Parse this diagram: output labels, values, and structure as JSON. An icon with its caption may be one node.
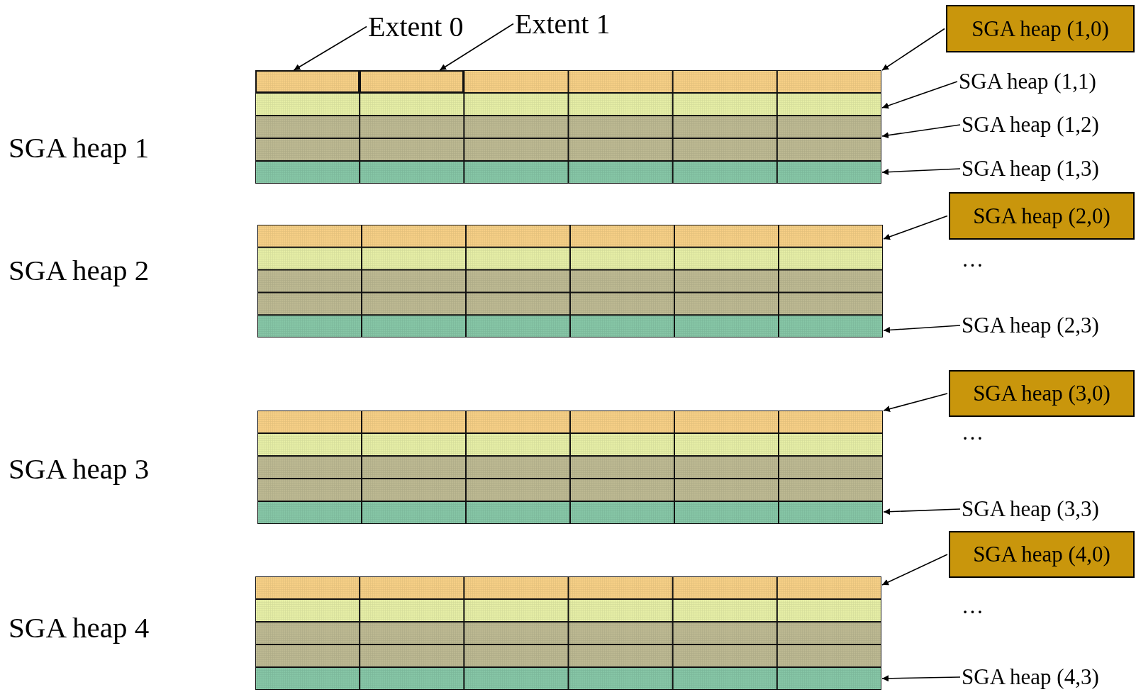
{
  "diagram": {
    "nodes": [
      {
        "text": [
          "Extent 0"
        ]
      },
      {
        "text": [
          "Extent 1"
        ]
      },
      {
        "text": [
          "SGA heap (1,0)"
        ]
      },
      {
        "text": [
          "SGA heap (1,1)"
        ]
      },
      {
        "text": [
          "SGA heap (1,2)"
        ]
      },
      {
        "text": [
          "SGA heap (1,3)"
        ]
      },
      {
        "text": [
          "SGA heap (2,0)"
        ]
      },
      {
        "text": [
          "SGA heap (2,3)"
        ]
      },
      {
        "text": [
          "SGA heap (3,0)"
        ]
      },
      {
        "text": [
          "SGA heap (3,3)"
        ]
      },
      {
        "text": [
          "SGA heap (4,0)"
        ]
      },
      {
        "text": [
          "SGA heap (4,3)"
        ]
      },
      {
        "text": [],
        "shape": "box"
      },
      {
        "text": [],
        "shape": "box"
      },
      {
        "text": [],
        "shape": "box"
      },
      {
        "text": [],
        "shape": "box"
      },
      {
        "text": [],
        "shape": "box",
        "in": 12
      },
      {
        "text": [],
        "shape": "box",
        "in": 12
      }
    ],
    "edges": [
      {
        "from": 0,
        "to": 16,
        "arrow": "to"
      },
      {
        "from": 1,
        "to": 17,
        "arrow": "to"
      },
      {
        "from": 2,
        "to": 12,
        "arrow": "to"
      },
      {
        "from": 3,
        "to": 12,
        "arrow": "to"
      },
      {
        "from": 4,
        "to": 12,
        "arrow": "to"
      },
      {
        "from": 5,
        "to": 12,
        "arrow": "to"
      },
      {
        "from": 6,
        "to": 13,
        "arrow": "to"
      },
      {
        "from": 7,
        "to": 13,
        "arrow": "to"
      },
      {
        "from": 8,
        "to": 14,
        "arrow": "to"
      },
      {
        "from": 9,
        "to": 14,
        "arrow": "to"
      },
      {
        "from": 10,
        "to": 15,
        "arrow": "to"
      },
      {
        "from": 11,
        "to": 15,
        "arrow": "to"
      }
    ],
    "labels": [
      "SGA heap 1",
      "SGA heap 2",
      "…",
      "SGA heap 3",
      "…",
      "SGA heap 4",
      "…"
    ]
  }
}
